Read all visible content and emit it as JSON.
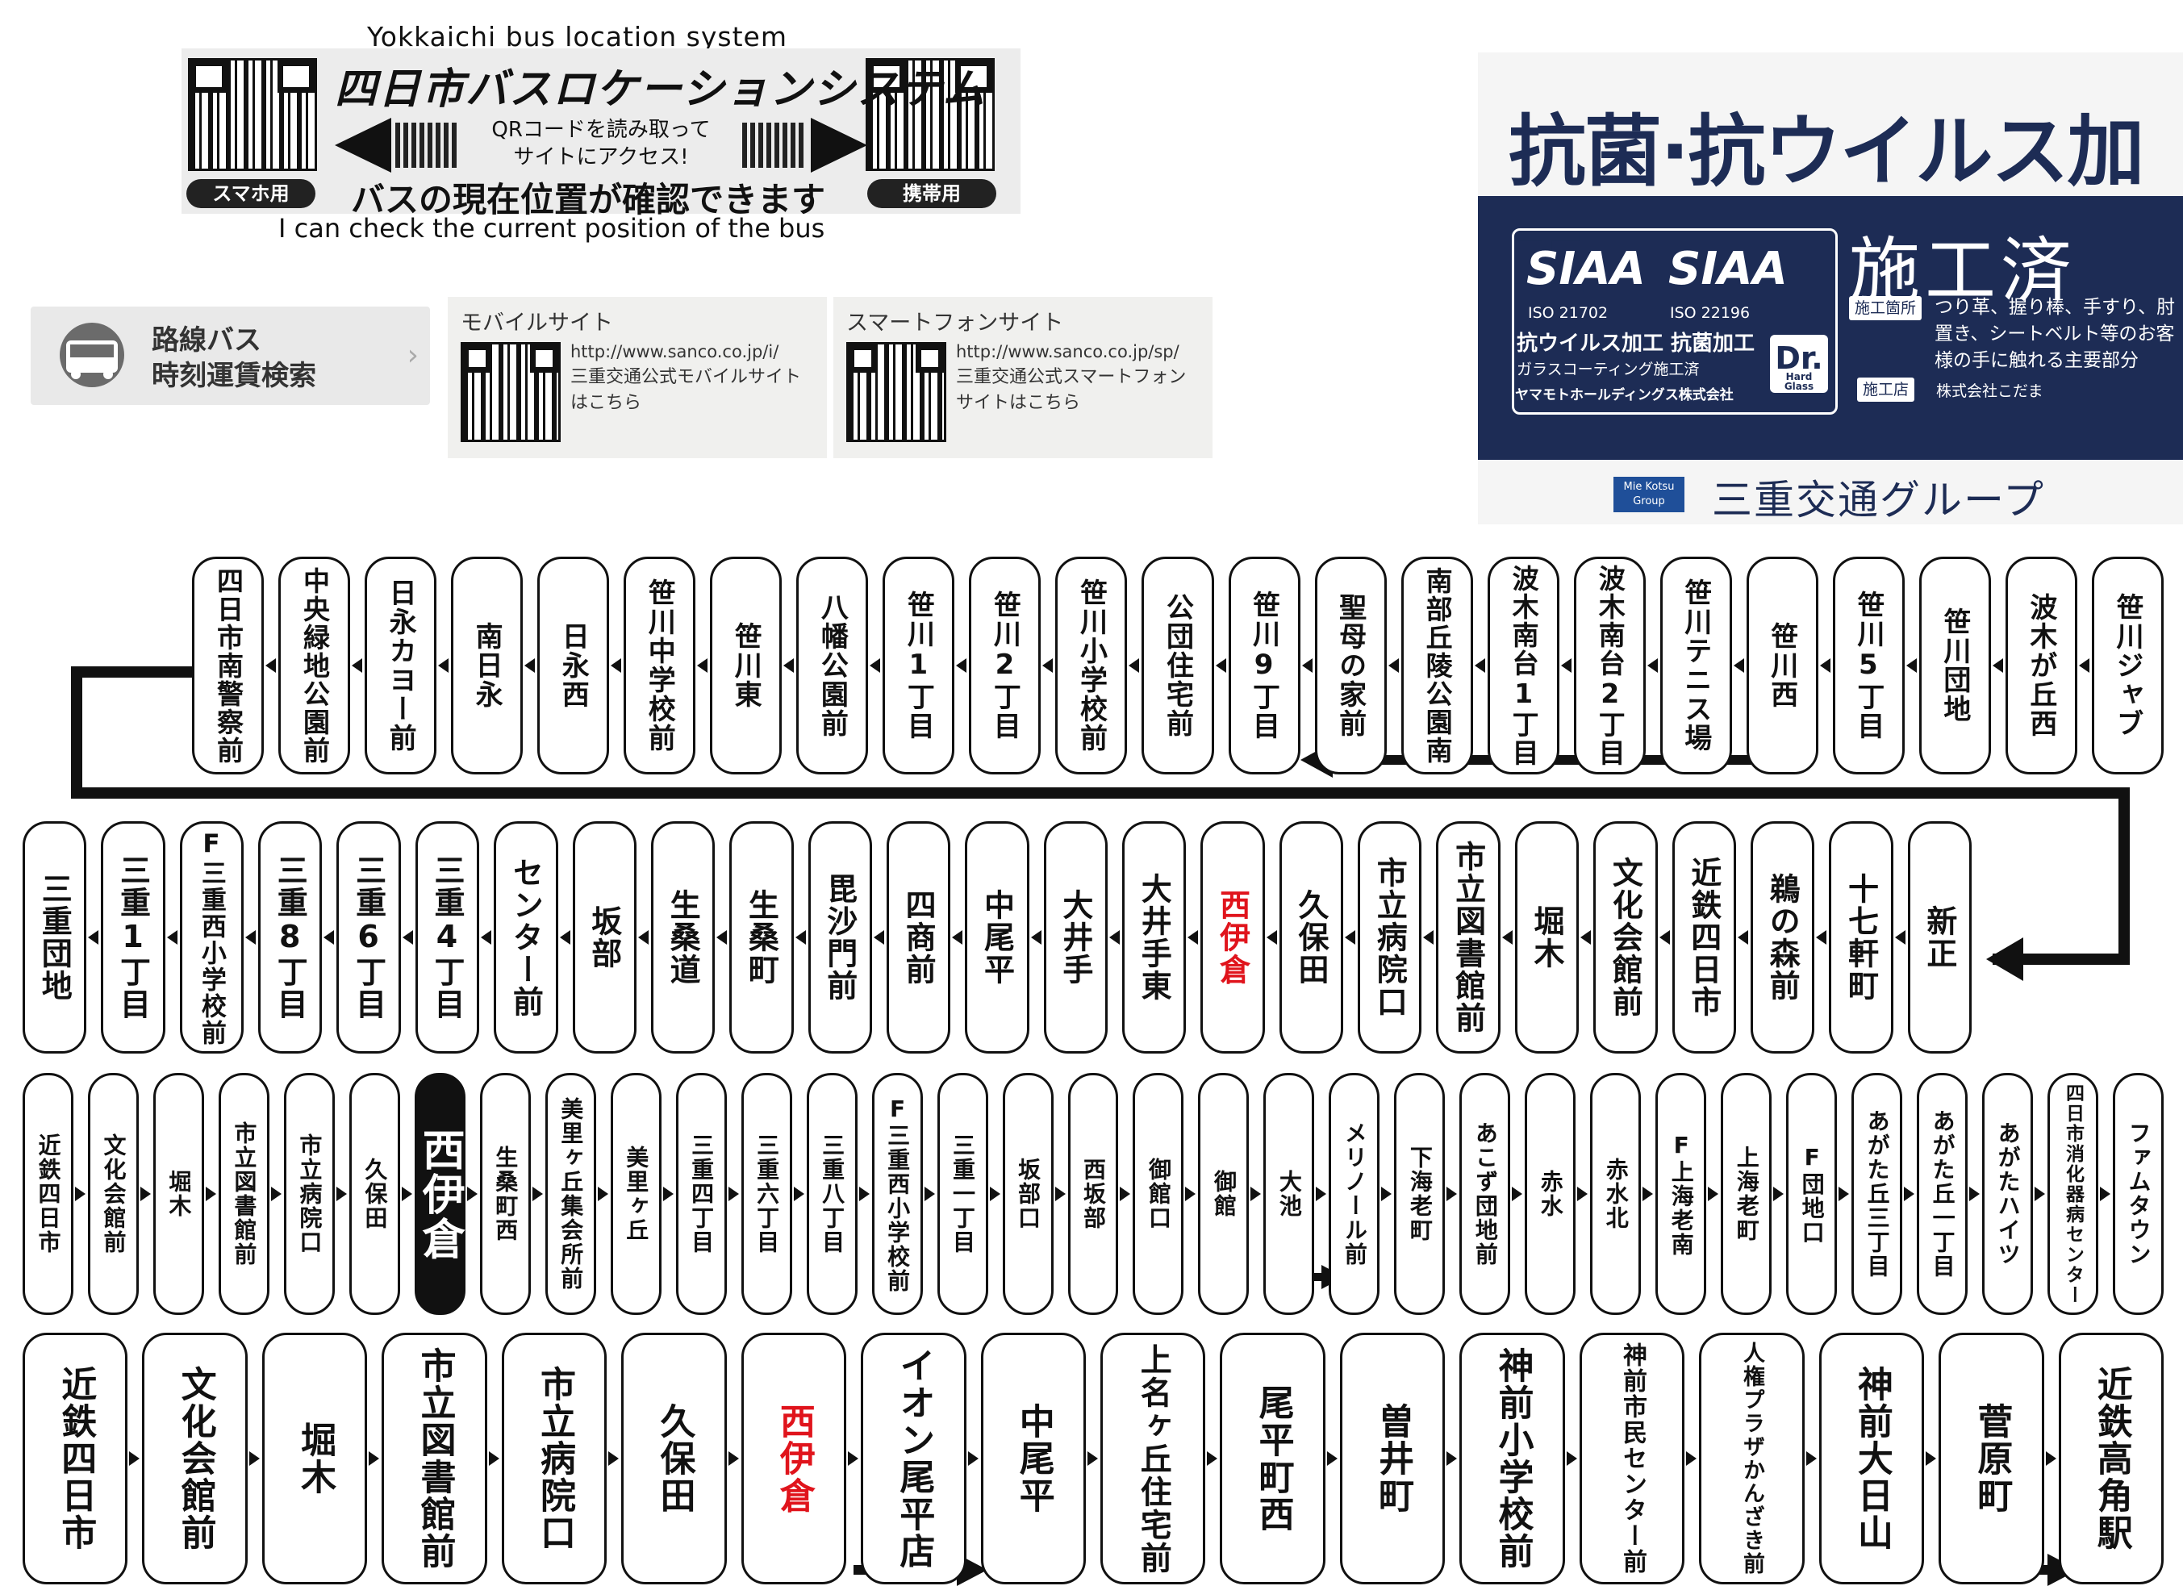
{
  "location_system": {
    "title_en": "Yokkaichi bus location system",
    "heading": "四日市バスロケーションシステム",
    "instruction_1": "QRコードを読み取って",
    "instruction_2": "サイトにアクセス!",
    "smartphone_label": "スマホ用",
    "mobile_label": "携帯用",
    "subtitle": "バスの現在位置が確認できます",
    "english_sub": "I can check the current position of the bus"
  },
  "route_search": {
    "line1": "路線バス",
    "line2": "時刻運賃検索",
    "icon": "bus-icon"
  },
  "sites": [
    {
      "title": "モバイルサイト",
      "url": "http://www.sanco.co.jp/i/",
      "desc1": "三重交通公式モバイルサイト",
      "desc2": "はこちら"
    },
    {
      "title": "スマートフォンサイト",
      "url": "http://www.sanco.co.jp/sp/",
      "desc1": "三重交通公式スマートフォン",
      "desc2": "サイトはこちら"
    }
  ],
  "sticker": {
    "heading": "抗菌·抗ウイルス加工",
    "siaa": "SIAA",
    "iso_1": "ISO 21702",
    "iso_2": "ISO 22196",
    "processing": "抗ウイルス加工 抗菌加工",
    "coating": "ガラスコーティング施工済",
    "maker": "ヤマモトホールディングス株式会社",
    "dr": "Dr.",
    "dr_sub": "Hard Glass",
    "done": "施工済",
    "parts_label": "施工箇所",
    "parts_text": "つり革、握り棒、手すり、肘置き、シートベルト等のお客様の手に触れる主要部分",
    "shop_label": "施工店",
    "shop_name": "株式会社こだま",
    "logo": "Mie Kotsu Group",
    "group": "三重交通グループ"
  },
  "colors": {
    "navy": "#1d2c55",
    "red": "#e0141c"
  },
  "rows": [
    [
      {
        "name": "四日市南警察前"
      },
      {
        "name": "中央緑地公園前"
      },
      {
        "name": "日永カヨー前"
      },
      {
        "name": "南日永"
      },
      {
        "name": "日永西"
      },
      {
        "name": "笹川中学校前"
      },
      {
        "name": "笹川東"
      },
      {
        "name": "八幡公園前"
      },
      {
        "name": "笹川1丁目"
      },
      {
        "name": "笹川2丁目"
      },
      {
        "name": "笹川小学校前"
      },
      {
        "name": "公団住宅前"
      },
      {
        "name": "笹川9丁目"
      },
      {
        "name": "聖母の家前"
      },
      {
        "name": "南部丘陵公園南"
      },
      {
        "name": "波木南台1丁目"
      },
      {
        "name": "波木南台2丁目"
      },
      {
        "name": "笹川テニス場"
      },
      {
        "name": "笹川西"
      },
      {
        "name": "笹川5丁目"
      },
      {
        "name": "笹川団地"
      },
      {
        "name": "波木が丘西"
      },
      {
        "name": "笹川ジャブ"
      }
    ],
    [
      {
        "name": "三重団地"
      },
      {
        "name": "三重1丁目"
      },
      {
        "name": "F三重西小学校前"
      },
      {
        "name": "三重8丁目"
      },
      {
        "name": "三重6丁目"
      },
      {
        "name": "三重4丁目"
      },
      {
        "name": "センター前"
      },
      {
        "name": "坂部"
      },
      {
        "name": "生桑道"
      },
      {
        "name": "生桑町"
      },
      {
        "name": "毘沙門前"
      },
      {
        "name": "四商前"
      },
      {
        "name": "中尾平"
      },
      {
        "name": "大井手"
      },
      {
        "name": "大井手東"
      },
      {
        "name": "西伊倉",
        "hl": "red"
      },
      {
        "name": "久保田"
      },
      {
        "name": "市立病院口"
      },
      {
        "name": "市立図書館前"
      },
      {
        "name": "堀木"
      },
      {
        "name": "文化会館前"
      },
      {
        "name": "近鉄四日市"
      },
      {
        "name": "鵜の森前"
      },
      {
        "name": "十七軒町"
      },
      {
        "name": "新正"
      }
    ],
    [
      {
        "name": "近鉄四日市"
      },
      {
        "name": "文化会館前"
      },
      {
        "name": "堀木"
      },
      {
        "name": "市立図書館前"
      },
      {
        "name": "市立病院口"
      },
      {
        "name": "久保田"
      },
      {
        "name": "西伊倉",
        "hl": "dark"
      },
      {
        "name": "生桑町西"
      },
      {
        "name": "美里ヶ丘集会所前"
      },
      {
        "name": "美里ヶ丘"
      },
      {
        "name": "三重四丁目"
      },
      {
        "name": "三重六丁目"
      },
      {
        "name": "三重八丁目"
      },
      {
        "name": "F三重西小学校前"
      },
      {
        "name": "三重一丁目"
      },
      {
        "name": "坂部口"
      },
      {
        "name": "西坂部"
      },
      {
        "name": "御館口"
      },
      {
        "name": "御館"
      },
      {
        "name": "大池"
      },
      {
        "name": "メリノール前"
      },
      {
        "name": "下海老町"
      },
      {
        "name": "あこず団地前"
      },
      {
        "name": "赤水"
      },
      {
        "name": "赤水北"
      },
      {
        "name": "F上海老南"
      },
      {
        "name": "上海老町"
      },
      {
        "name": "F団地口"
      },
      {
        "name": "あがた丘三丁目"
      },
      {
        "name": "あがた丘一丁目"
      },
      {
        "name": "あがたハイツ"
      },
      {
        "name": "四日市消化器病センター"
      },
      {
        "name": "ファムタウン"
      }
    ],
    [
      {
        "name": "近鉄四日市"
      },
      {
        "name": "文化会館前"
      },
      {
        "name": "堀木"
      },
      {
        "name": "市立図書館前"
      },
      {
        "name": "市立病院口"
      },
      {
        "name": "久保田"
      },
      {
        "name": "西伊倉",
        "hl": "red"
      },
      {
        "name": "イオン尾平店"
      },
      {
        "name": "中尾平"
      },
      {
        "name": "上名ヶ丘住宅前"
      },
      {
        "name": "尾平町西"
      },
      {
        "name": "曽井町"
      },
      {
        "name": "神前小学校前"
      },
      {
        "name": "神前市民センター前"
      },
      {
        "name": "人権プラザかんざき前"
      },
      {
        "name": "神前大日山"
      },
      {
        "name": "菅原町"
      },
      {
        "name": "近鉄高角駅"
      }
    ]
  ]
}
